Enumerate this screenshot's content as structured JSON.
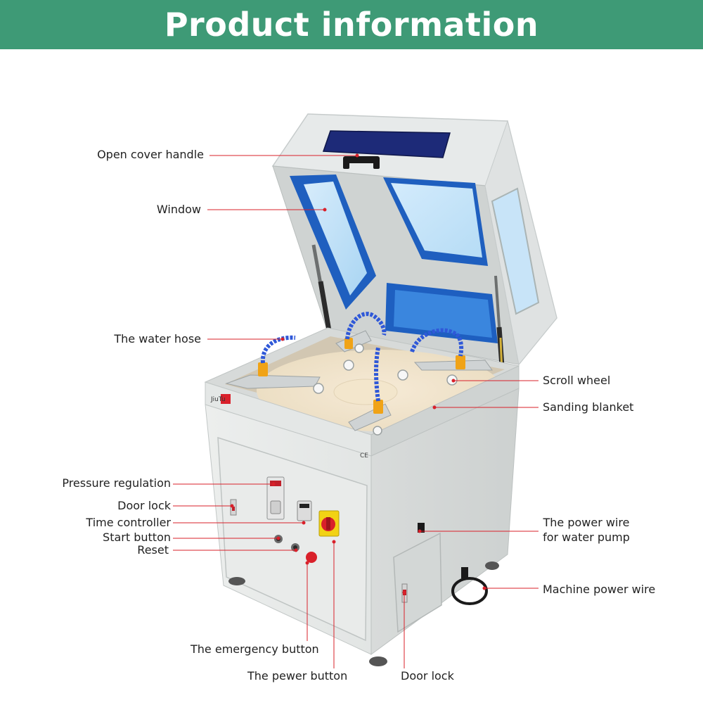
{
  "header": {
    "title": "Product information",
    "accent": "#3e9a76"
  },
  "labels": {
    "open_cover_handle": "Open cover handle",
    "window": "Window",
    "water_hose": "The water hose",
    "scroll_wheel": "Scroll wheel",
    "sanding_blanket": "Sanding blanket",
    "pressure_regulation": "Pressure regulation",
    "door_lock_left": "Door lock",
    "time_controller": "Time controller",
    "start_button": "Start button",
    "reset": "Reset",
    "power_wire_pump_1": "The power wire",
    "power_wire_pump_2": "for water pump",
    "machine_power_wire": "Machine power wire",
    "emergency_button": "The emergency button",
    "power_button": "The pewer button",
    "door_lock_bottom": "Door lock"
  },
  "machine": {
    "brand": "JiuTu",
    "mark": "CE",
    "leader_color": "#d9202a"
  }
}
